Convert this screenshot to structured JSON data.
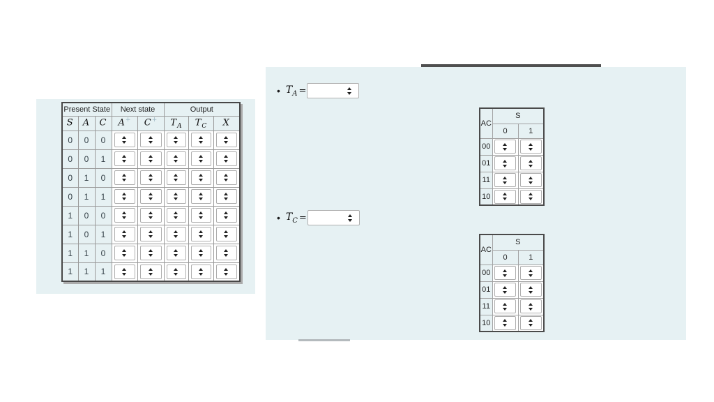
{
  "colors": {
    "panel_bg": "#e6f1f3",
    "table_outer_border": "#474747",
    "grid_line": "#9a9a9a",
    "select_border": "#aeaeae",
    "divider_bar": "#4f4f4f",
    "superscript_plus": "#9cb6c2"
  },
  "state_table": {
    "group_headers": [
      "Present State",
      "Next state",
      "Output"
    ],
    "columns": [
      {
        "base": "S",
        "sup": "",
        "sub": ""
      },
      {
        "base": "A",
        "sup": "",
        "sub": ""
      },
      {
        "base": "C",
        "sup": "",
        "sub": ""
      },
      {
        "base": "A",
        "sup": "+",
        "sub": ""
      },
      {
        "base": "C",
        "sup": "+",
        "sub": ""
      },
      {
        "base": "T",
        "sup": "",
        "sub": "A"
      },
      {
        "base": "T",
        "sup": "",
        "sub": "C"
      },
      {
        "base": "X",
        "sup": "",
        "sub": ""
      }
    ],
    "rows": [
      [
        "0",
        "0",
        "0"
      ],
      [
        "0",
        "0",
        "1"
      ],
      [
        "0",
        "1",
        "0"
      ],
      [
        "0",
        "1",
        "1"
      ],
      [
        "1",
        "0",
        "0"
      ],
      [
        "1",
        "0",
        "1"
      ],
      [
        "1",
        "1",
        "0"
      ],
      [
        "1",
        "1",
        "1"
      ]
    ]
  },
  "equations": [
    {
      "bullet": "•",
      "base": "T",
      "sub": "A",
      "relation": "="
    },
    {
      "bullet": "•",
      "base": "T",
      "sub": "C",
      "relation": "="
    }
  ],
  "kmaps": [
    {
      "corner_label": "AC",
      "column_group_label": "S",
      "column_headers": [
        "0",
        "1"
      ],
      "row_headers": [
        "00",
        "01",
        "11",
        "10"
      ]
    },
    {
      "corner_label": "AC",
      "column_group_label": "S",
      "column_headers": [
        "0",
        "1"
      ],
      "row_headers": [
        "00",
        "01",
        "11",
        "10"
      ]
    }
  ]
}
